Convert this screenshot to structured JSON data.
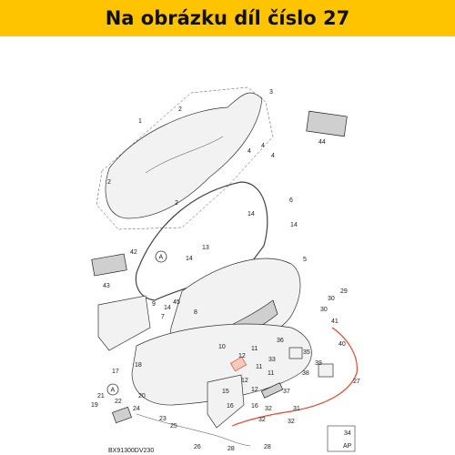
{
  "banner": {
    "text": "Na obrázku díl číslo 27",
    "color": "#ffc400"
  },
  "diagram": {
    "code": "BX91300DV230",
    "ref_mark": "A",
    "ap_box": {
      "number": "34",
      "label": "AP"
    },
    "highlight_color": "#e8462b",
    "callouts": [
      {
        "id": "c1",
        "text": "1"
      },
      {
        "id": "c2a",
        "text": "2"
      },
      {
        "id": "c2b",
        "text": "2"
      },
      {
        "id": "c2c",
        "text": "2"
      },
      {
        "id": "c3",
        "text": "3"
      },
      {
        "id": "c4a",
        "text": "4"
      },
      {
        "id": "c4b",
        "text": "4"
      },
      {
        "id": "c4c",
        "text": "4"
      },
      {
        "id": "c44",
        "text": "44"
      },
      {
        "id": "c6",
        "text": "6"
      },
      {
        "id": "c14a",
        "text": "14"
      },
      {
        "id": "c14b",
        "text": "14"
      },
      {
        "id": "c14c",
        "text": "14"
      },
      {
        "id": "c14d",
        "text": "14"
      },
      {
        "id": "c13",
        "text": "13"
      },
      {
        "id": "c5",
        "text": "5"
      },
      {
        "id": "c42",
        "text": "42"
      },
      {
        "id": "c43",
        "text": "43"
      },
      {
        "id": "c9",
        "text": "9"
      },
      {
        "id": "c45",
        "text": "45"
      },
      {
        "id": "c29",
        "text": "29"
      },
      {
        "id": "c30a",
        "text": "30"
      },
      {
        "id": "c30b",
        "text": "30"
      },
      {
        "id": "c41",
        "text": "41"
      },
      {
        "id": "c7",
        "text": "7"
      },
      {
        "id": "c40",
        "text": "40"
      },
      {
        "id": "c27",
        "text": "27"
      },
      {
        "id": "c36",
        "text": "36"
      },
      {
        "id": "c35",
        "text": "35"
      },
      {
        "id": "c39",
        "text": "39"
      },
      {
        "id": "c38",
        "text": "38"
      },
      {
        "id": "c37",
        "text": "37"
      },
      {
        "id": "c10",
        "text": "10"
      },
      {
        "id": "c11a",
        "text": "11"
      },
      {
        "id": "c11b",
        "text": "11"
      },
      {
        "id": "c11c",
        "text": "11"
      },
      {
        "id": "c12a",
        "text": "12"
      },
      {
        "id": "c12b",
        "text": "12"
      },
      {
        "id": "c12c",
        "text": "12"
      },
      {
        "id": "c33",
        "text": "33"
      },
      {
        "id": "c15",
        "text": "15"
      },
      {
        "id": "c16a",
        "text": "16"
      },
      {
        "id": "c16b",
        "text": "16"
      },
      {
        "id": "c17",
        "text": "17"
      },
      {
        "id": "c18",
        "text": "18"
      },
      {
        "id": "c19",
        "text": "19"
      },
      {
        "id": "c20",
        "text": "20"
      },
      {
        "id": "c21",
        "text": "21"
      },
      {
        "id": "c22",
        "text": "22"
      },
      {
        "id": "c23",
        "text": "23"
      },
      {
        "id": "c24",
        "text": "24"
      },
      {
        "id": "c25",
        "text": "25"
      },
      {
        "id": "c26",
        "text": "26"
      },
      {
        "id": "c28a",
        "text": "28"
      },
      {
        "id": "c28b",
        "text": "28"
      },
      {
        "id": "c31",
        "text": "31"
      },
      {
        "id": "c32a",
        "text": "32"
      },
      {
        "id": "c32b",
        "text": "32"
      },
      {
        "id": "c32c",
        "text": "32"
      },
      {
        "id": "c8",
        "text": "8"
      }
    ]
  }
}
